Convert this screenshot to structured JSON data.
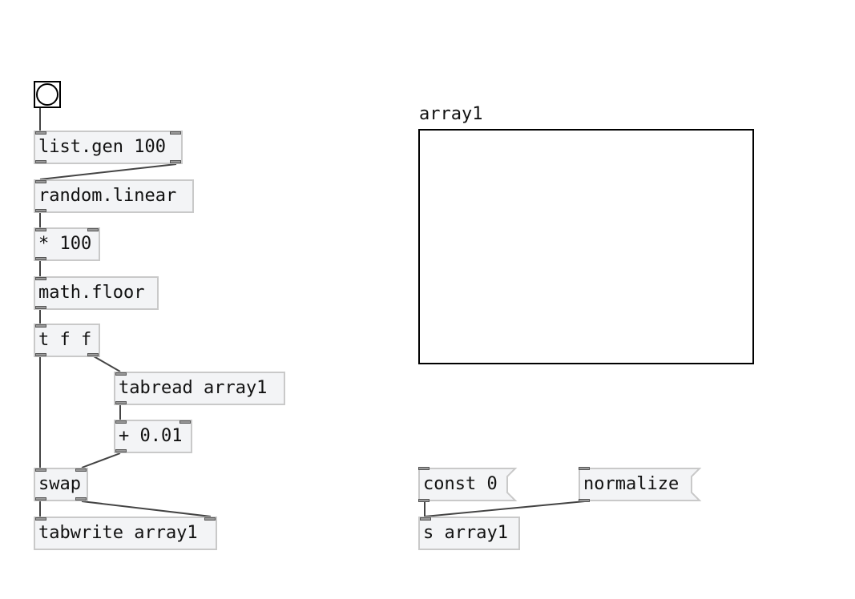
{
  "patch": {
    "bang": {
      "label": ""
    },
    "objects": {
      "list_gen": "list.gen 100",
      "random_linear": "random.linear",
      "mul": "* 100",
      "math_floor": "math.floor",
      "trigger": "t f f",
      "tabread": "tabread array1",
      "add": "+ 0.01",
      "swap": "swap",
      "tabwrite": "tabwrite array1",
      "send": "s array1"
    },
    "messages": {
      "const": "const 0",
      "normalize": "normalize"
    },
    "array": {
      "name": "array1"
    }
  },
  "colors": {
    "object_fill": "#f3f4f6",
    "object_border": "#c9c9c9",
    "wire": "#444444"
  }
}
